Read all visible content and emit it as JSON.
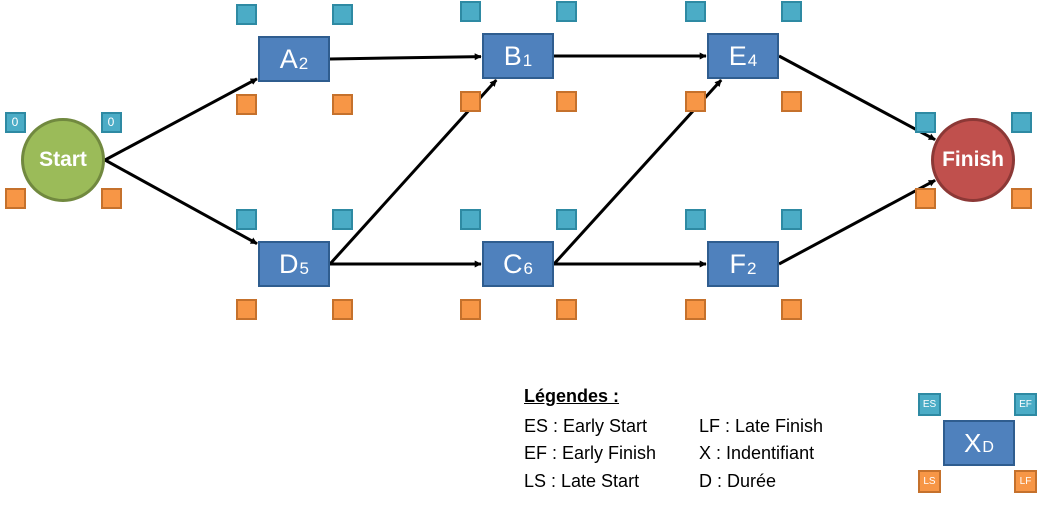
{
  "nodes": [
    {
      "key": "start",
      "kind": "event",
      "label": "Start",
      "corners": {
        "tl": "0",
        "tr": "0",
        "bl": "",
        "br": ""
      }
    },
    {
      "key": "A",
      "kind": "task",
      "id": "A",
      "duration": "2",
      "corners": {
        "tl": "",
        "tr": "",
        "bl": "",
        "br": ""
      }
    },
    {
      "key": "B",
      "kind": "task",
      "id": "B",
      "duration": "1",
      "corners": {
        "tl": "",
        "tr": "",
        "bl": "",
        "br": ""
      }
    },
    {
      "key": "E",
      "kind": "task",
      "id": "E",
      "duration": "4",
      "corners": {
        "tl": "",
        "tr": "",
        "bl": "",
        "br": ""
      }
    },
    {
      "key": "D",
      "kind": "task",
      "id": "D",
      "duration": "5",
      "corners": {
        "tl": "",
        "tr": "",
        "bl": "",
        "br": ""
      }
    },
    {
      "key": "C",
      "kind": "task",
      "id": "C",
      "duration": "6",
      "corners": {
        "tl": "",
        "tr": "",
        "bl": "",
        "br": ""
      }
    },
    {
      "key": "F",
      "kind": "task",
      "id": "F",
      "duration": "2",
      "corners": {
        "tl": "",
        "tr": "",
        "bl": "",
        "br": ""
      }
    },
    {
      "key": "finish",
      "kind": "event",
      "label": "Finish",
      "corners": {
        "tl": "",
        "tr": "",
        "bl": "",
        "br": ""
      }
    }
  ],
  "edges": [
    {
      "from": "start",
      "to": "A"
    },
    {
      "from": "start",
      "to": "D"
    },
    {
      "from": "A",
      "to": "B"
    },
    {
      "from": "D",
      "to": "B"
    },
    {
      "from": "D",
      "to": "C"
    },
    {
      "from": "B",
      "to": "E"
    },
    {
      "from": "C",
      "to": "E"
    },
    {
      "from": "C",
      "to": "F"
    },
    {
      "from": "E",
      "to": "finish"
    },
    {
      "from": "F",
      "to": "finish"
    }
  ],
  "legend": {
    "title": "Légendes :",
    "items": [
      "ES : Early Start",
      "EF : Early Finish",
      "LS : Late Start",
      "LF : Late Finish",
      "X : Indentifiant",
      "D : Durée"
    ],
    "example": {
      "id": "X",
      "duration": "D",
      "tl": "ES",
      "tr": "EF",
      "bl": "LS",
      "br": "LF"
    }
  },
  "colors": {
    "task": "#4f81bd",
    "start": "#9bbb59",
    "finish": "#c0504d",
    "early_box": "#4bacc6",
    "late_box": "#f79646",
    "arrow": "#000000"
  }
}
